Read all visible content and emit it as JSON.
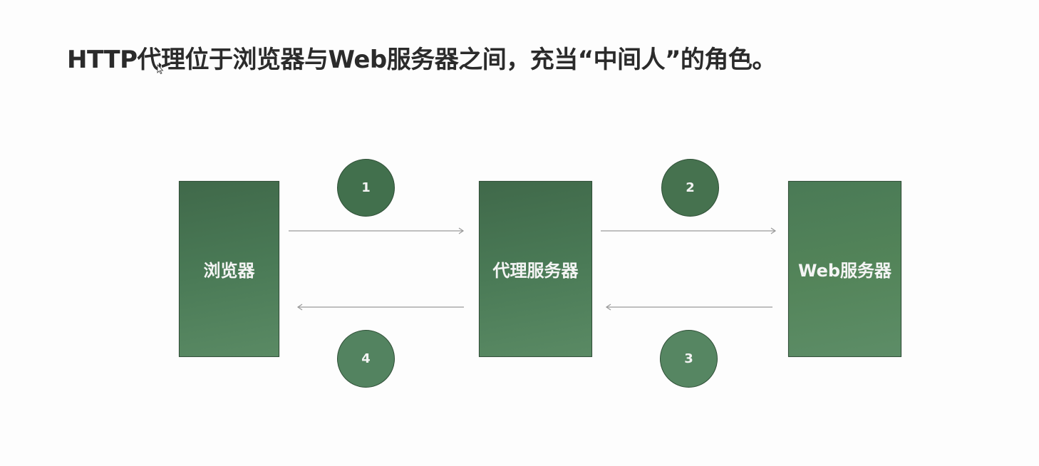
{
  "slide": {
    "title": "HTTP代理位于浏览器与Web服务器之间，充当“中间人”的角色。"
  },
  "diagram": {
    "nodes": [
      {
        "id": "browser",
        "label": "浏览器"
      },
      {
        "id": "proxy",
        "label": "代理服务器"
      },
      {
        "id": "web",
        "label": "Web服务器"
      }
    ],
    "steps": [
      {
        "number": "1",
        "from": "browser",
        "to": "proxy"
      },
      {
        "number": "2",
        "from": "proxy",
        "to": "web"
      },
      {
        "number": "3",
        "from": "web",
        "to": "proxy"
      },
      {
        "number": "4",
        "from": "proxy",
        "to": "browser"
      }
    ],
    "colors": {
      "node_fill": "#4a7a56",
      "node_border": "#2f4f37",
      "arrow": "#9a9a9a",
      "text_light": "#f4f4f4",
      "title": "#2b2b2b",
      "background": "#fdfdfd"
    }
  }
}
